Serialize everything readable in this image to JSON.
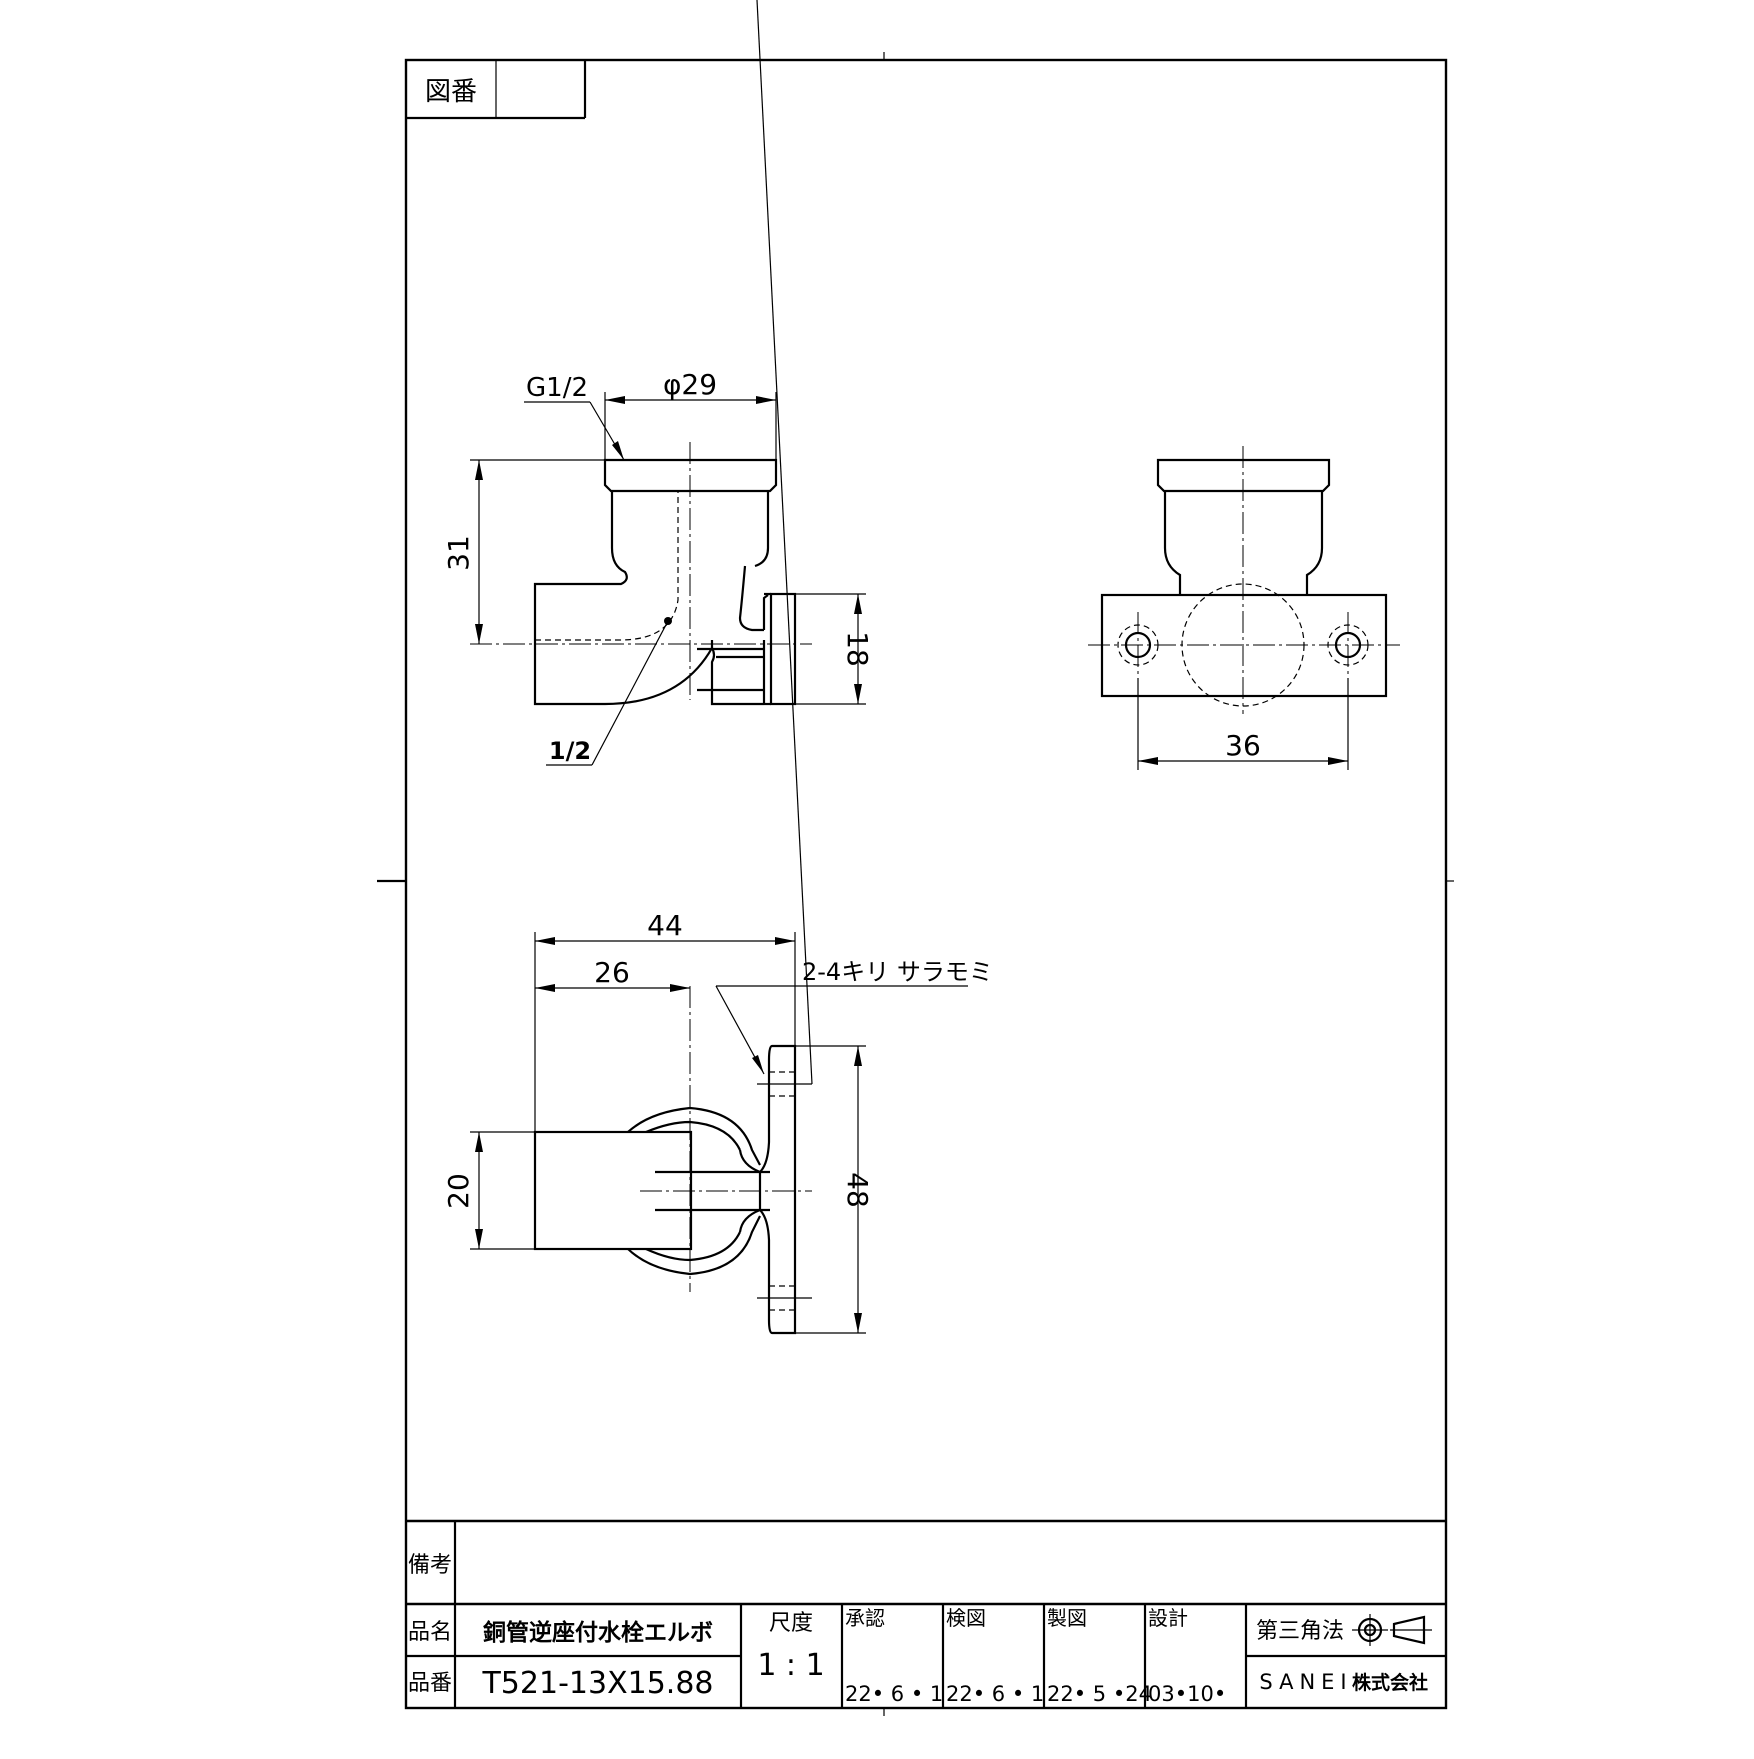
{
  "header": {
    "drawing_no_label": "図番",
    "drawing_no_value": ""
  },
  "title_block": {
    "remarks_label": "備考",
    "remarks_value": "",
    "name_label": "品名",
    "name_value": "銅管逆座付水栓エルボ",
    "number_label": "品番",
    "number_value": "T521-13X15.88",
    "scale_label": "尺度",
    "scale_value": "1 : 1",
    "approve_label": "承認",
    "approve_date": "22• 6 •  1",
    "check_label": "検図",
    "check_date": "22• 6 •  1",
    "draw_label": "製図",
    "draw_date": "22• 5 •24",
    "design_label": "設計",
    "design_date": "03•10•",
    "projection_label": "第三角法",
    "company_name": "SANEI",
    "company_suffix": "株式会社"
  },
  "dimensions": {
    "thread": "G1/2",
    "diameter": "φ29",
    "height": "31",
    "flange_height": "18",
    "inlet": "1/2",
    "hole_pitch": "36",
    "length": "44",
    "center_offset": "26",
    "holes": "2-4キリ サラモミ",
    "body_width": "20",
    "flange_width": "48"
  }
}
